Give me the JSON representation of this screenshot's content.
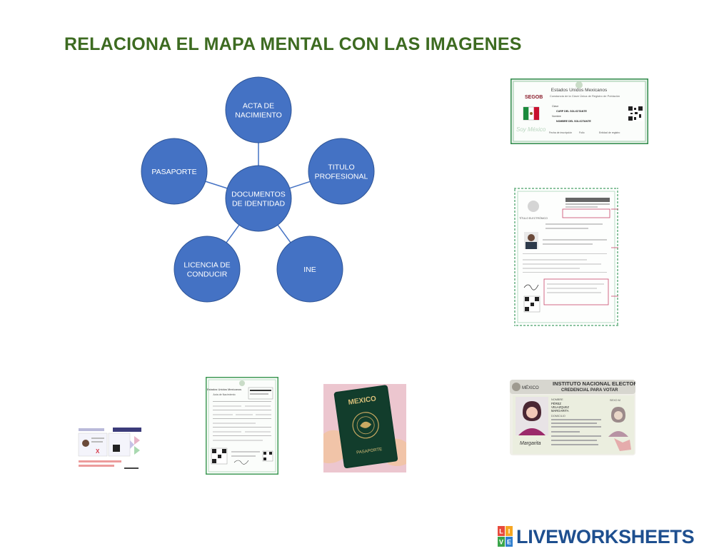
{
  "title": "RELACIONA EL MAPA MENTAL CON LAS IMAGENES",
  "colors": {
    "title": "#3d6b21",
    "node_fill": "#4472c4",
    "node_stroke": "#2f5597",
    "connector": "#4472c4"
  },
  "mindmap": {
    "center": {
      "lines": [
        "DOCUMENTOS",
        "DE IDENTIDAD"
      ]
    },
    "nodes": [
      {
        "id": "acta",
        "lines": [
          "ACTA DE",
          "NACIMIENTO"
        ]
      },
      {
        "id": "titulo",
        "lines": [
          "TITULO",
          "PROFESIONAL"
        ]
      },
      {
        "id": "ine",
        "lines": [
          "INE"
        ]
      },
      {
        "id": "licencia",
        "lines": [
          "LICENCIA DE",
          "CONDUCIR"
        ]
      },
      {
        "id": "pasaporte",
        "lines": [
          "PASAPORTE"
        ]
      }
    ]
  },
  "images": {
    "curp": {
      "header": "Estados Unidos Mexicanos",
      "subheader": "Constancia de la Clave Única de Registro de Población",
      "agency": "SEGOB",
      "clave_label": "Clave",
      "clave_value": "CURP DEL SOLICITANTE",
      "nombre_label": "Nombre",
      "nombre_value": "NOMBRE DEL SOLICITANTE",
      "watermark": "Soy México",
      "footer_left": "Fecha de inscripción",
      "footer_mid": "Folio",
      "footer_right": "Entidad de registro"
    },
    "titulo_doc": {
      "side_label": "TÍTULO ELECTRÓNICO"
    },
    "acta_doc": {
      "header": "Estados Unidos Mexicanos",
      "subheader": "Acta de Nacimiento"
    },
    "pasaporte_doc": {
      "country": "MEXICO",
      "label": "PASAPORTE"
    },
    "ine_doc": {
      "country": "MÉXICO",
      "institute": "INSTITUTO NACIONAL ELECTORAL",
      "credential": "CREDENCIAL PARA VOTAR",
      "nombre_label": "NOMBRE",
      "nombre_lines": [
        "PÉREZ",
        "VELAZQUEZ",
        "MARGARITA"
      ],
      "domicilio_label": "DOMICILIO",
      "sexo": "SEXO M",
      "signature": "Margarita"
    }
  },
  "brand": {
    "name": "LIVEWORKSHEETS",
    "logo_letters": [
      "L",
      "I",
      "V",
      "E"
    ],
    "logo_colors": [
      "#e84a3c",
      "#f5a623",
      "#3aa54a",
      "#2f7fcf"
    ],
    "text_color": "#1e4f8f"
  }
}
